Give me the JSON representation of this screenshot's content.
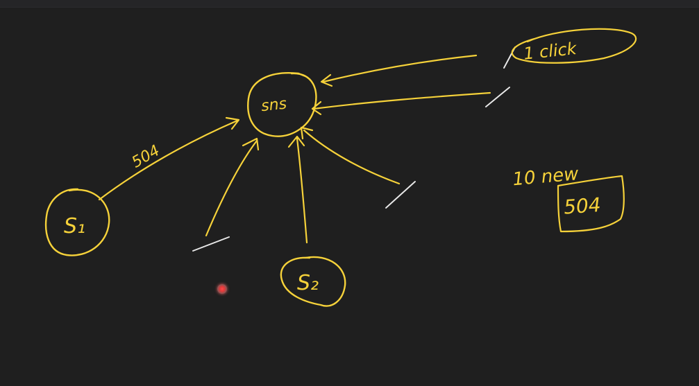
{
  "whiteboard": {
    "background_color": "#1f1f1f",
    "ink_color": "#f6d23a",
    "highlight_ink_color": "#e8e8e8",
    "labels": {
      "hub": "sns",
      "source_1": "S₁",
      "source_2": "S₂",
      "edge_label": "504",
      "click_note": "1 click",
      "side_note": "10 new",
      "boxed_value": "504"
    }
  }
}
